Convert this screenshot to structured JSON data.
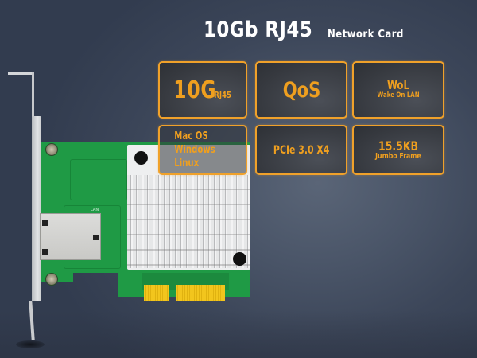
{
  "title": {
    "main": "10Gb RJ45",
    "sub": "Network Card"
  },
  "features": [
    {
      "main": "10G",
      "suffix": "RJ45"
    },
    {
      "main": "QoS"
    },
    {
      "main": "WoL",
      "sub": "Wake On LAN"
    },
    {
      "lines": [
        "Mac OS",
        "Windows",
        "Linux"
      ]
    },
    {
      "main": "PCIe 3.0 X4"
    },
    {
      "main": "15.5KB",
      "sub": "Jumbo Frame"
    }
  ],
  "product": {
    "port_label": "LAN",
    "image": "network-card-icon"
  },
  "colors": {
    "accent": "#f0a12a",
    "box_bg": "#36393f",
    "background": "#3c4659",
    "pcb": "#1f9a45",
    "title": "#ffffff"
  }
}
